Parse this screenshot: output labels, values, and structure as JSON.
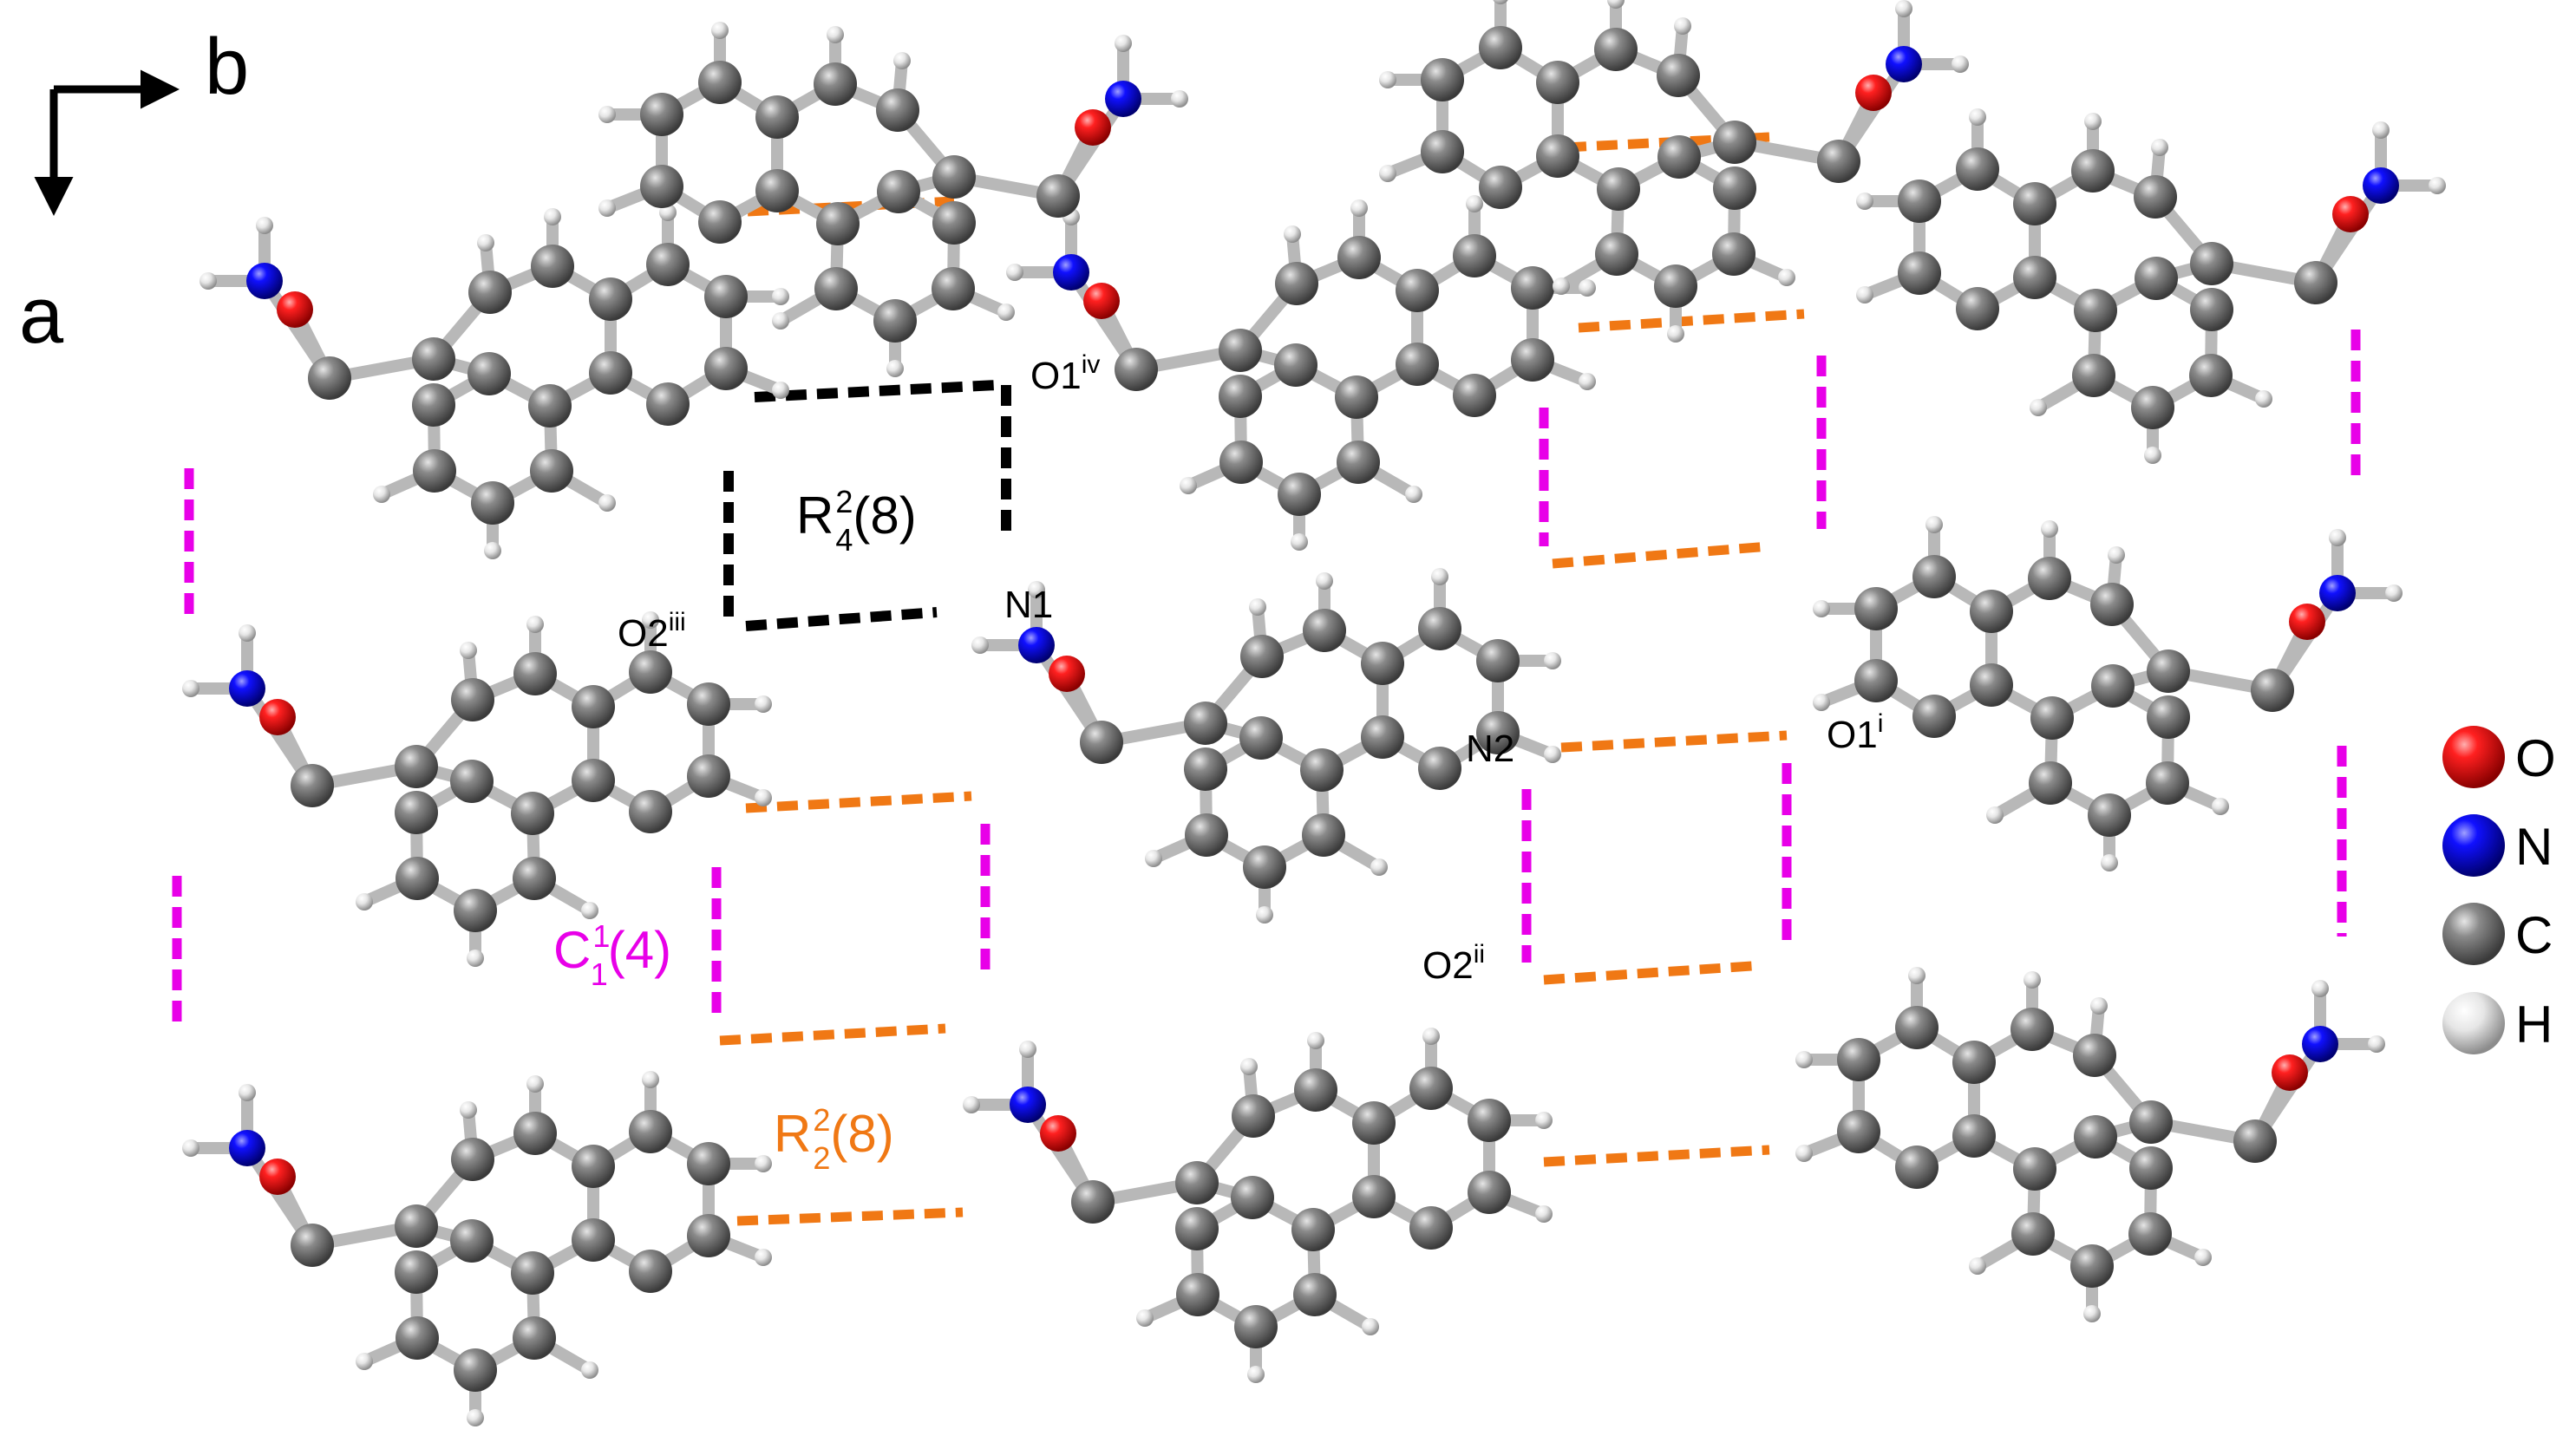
{
  "axes": {
    "horizontal": "b",
    "vertical": "a"
  },
  "atom_labels": {
    "o1iv": {
      "base": "O1",
      "sup": "iv"
    },
    "o2iii": {
      "base": "O2",
      "sup": "iii"
    },
    "n1": {
      "base": "N1"
    },
    "n2": {
      "base": "N2"
    },
    "o1i": {
      "base": "O1",
      "sup": "i"
    },
    "o2ii": {
      "base": "O2",
      "sup": "ii"
    }
  },
  "motifs": {
    "r4": {
      "base": "R",
      "sup": "2",
      "sub": "4",
      "tail": "(8)"
    },
    "c1": {
      "base": "C",
      "sup": "1",
      "sub": "1",
      "tail": "(4)"
    },
    "r2": {
      "base": "R",
      "sup": "2",
      "sub": "2",
      "tail": "(8)"
    }
  },
  "legend": [
    {
      "label": "O",
      "color": "#e60000"
    },
    {
      "label": "N",
      "color": "#0000e0"
    },
    {
      "label": "C",
      "color": "#7f7f7f"
    },
    {
      "label": "H",
      "color": "#e8e8e8"
    }
  ],
  "colors": {
    "oxygen": "#e60000",
    "nitrogen": "#0000e0",
    "carbon": "#7f7f7f",
    "hydrogen": "#e8e8e8",
    "bond": "#b8b8b8",
    "hbond_orange": "#f07814",
    "hbond_magenta": "#e800e8",
    "hbond_black": "#000000"
  }
}
